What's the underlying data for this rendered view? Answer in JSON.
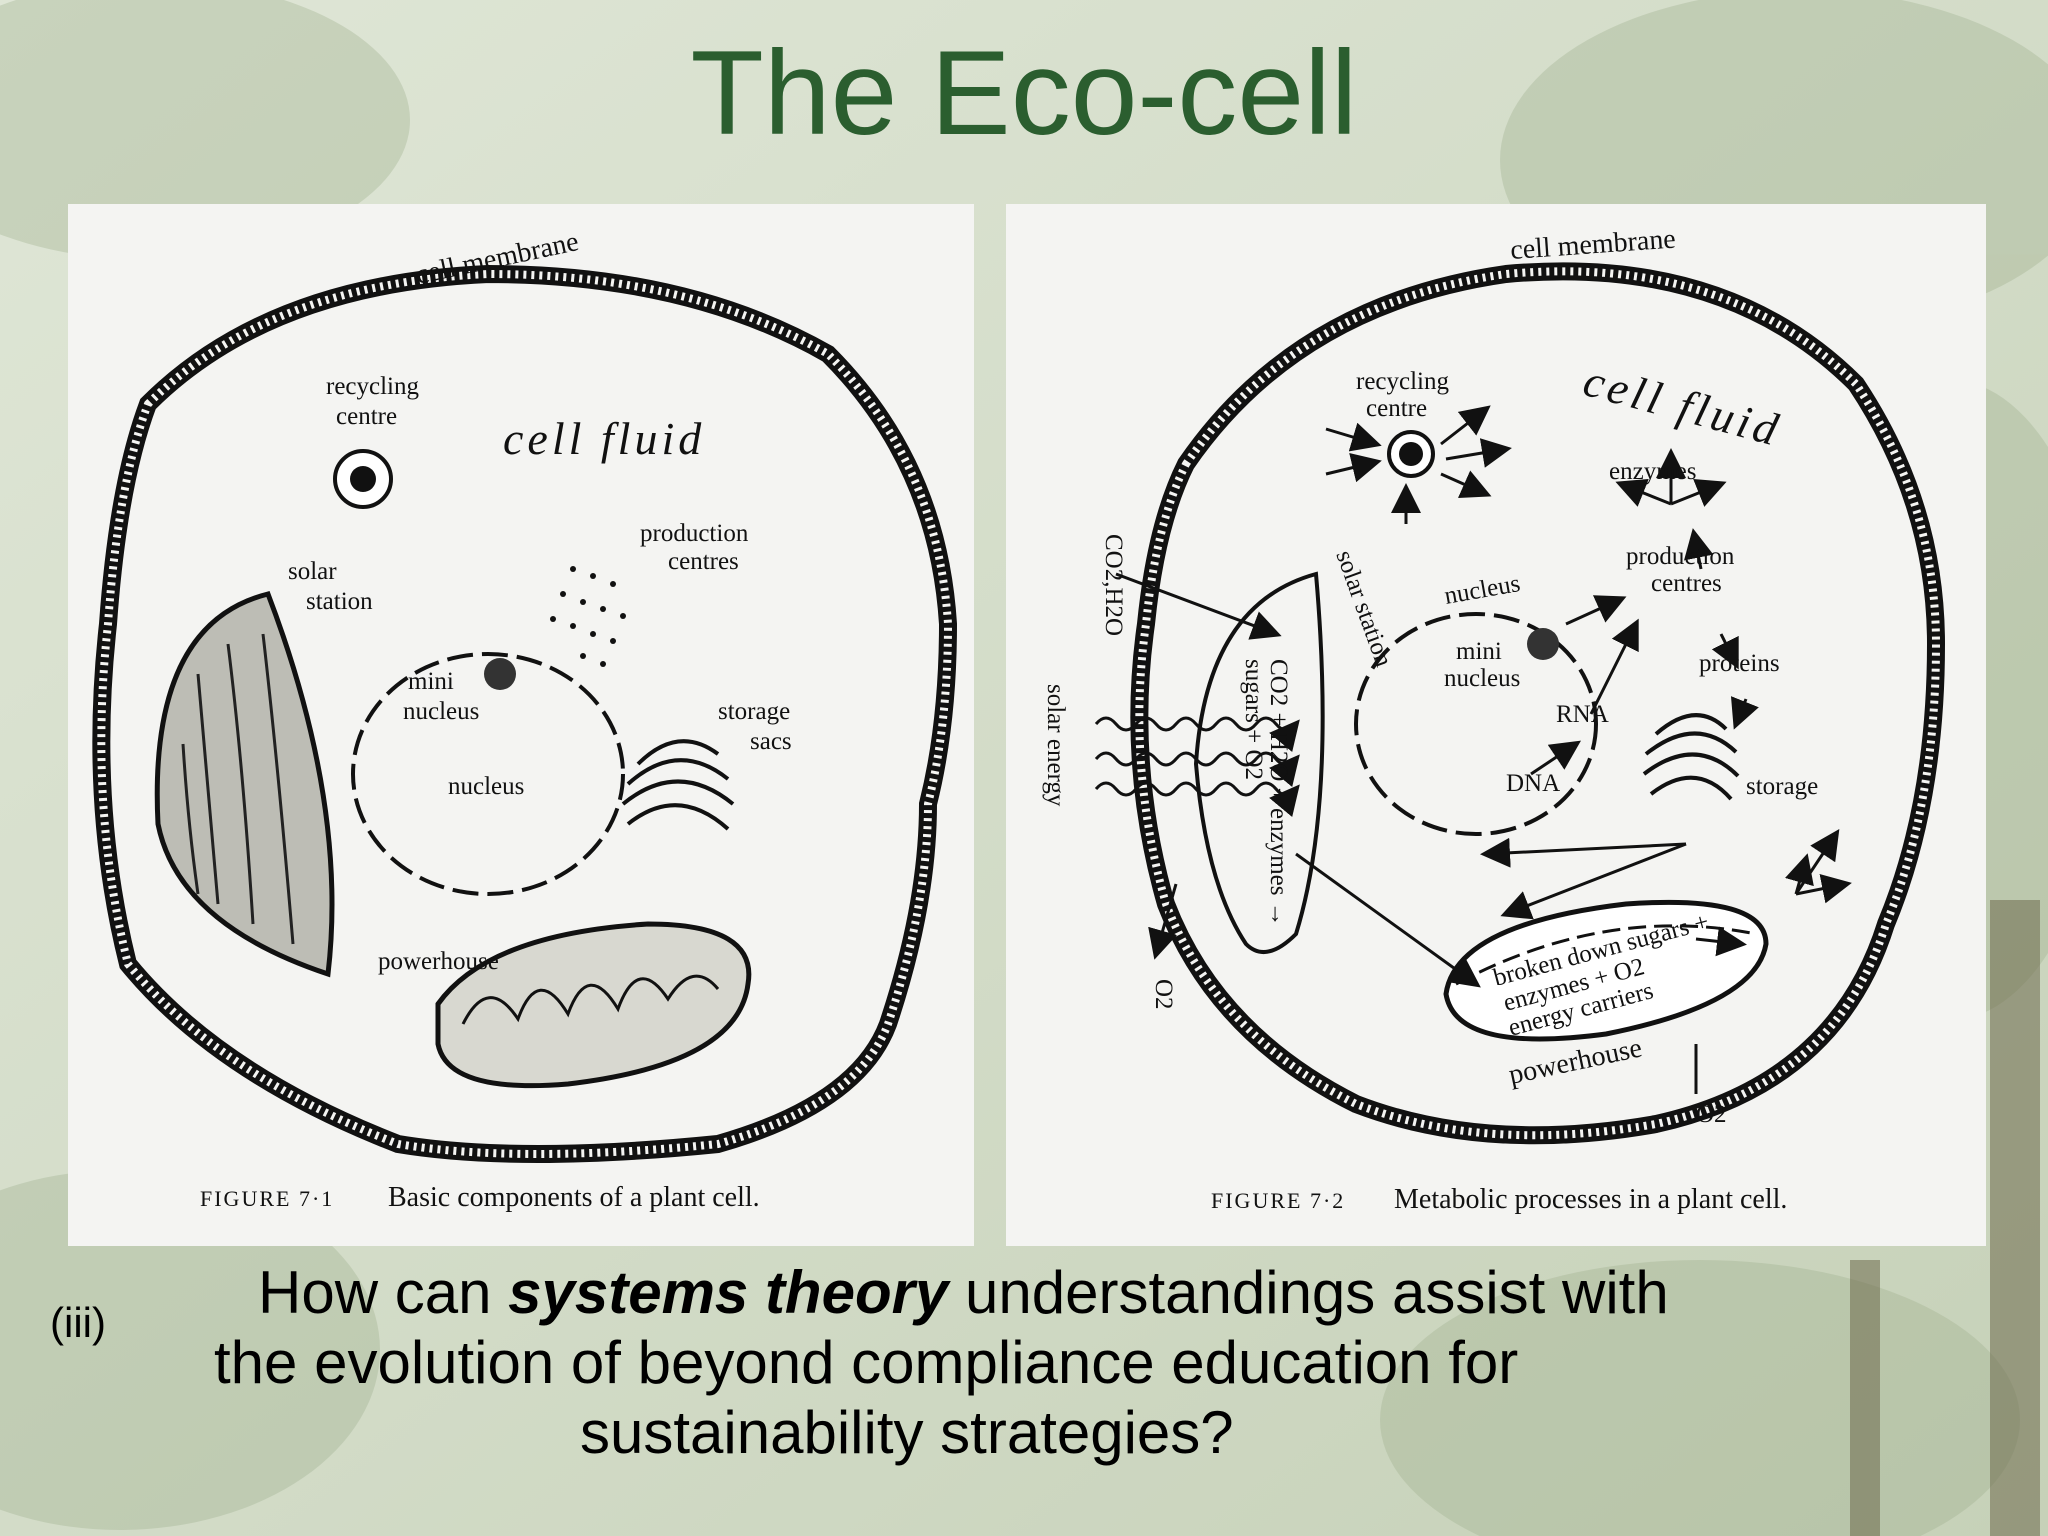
{
  "slide": {
    "title": "The Eco-cell",
    "title_color": "#2b5e2f",
    "background": "forest-photo"
  },
  "figure1": {
    "label_membrane": "cell membrane",
    "label_recycling_1": "recycling",
    "label_recycling_2": "centre",
    "label_fluid": "cell fluid",
    "label_production_1": "production",
    "label_production_2": "centres",
    "label_solar_1": "solar",
    "label_solar_2": "station",
    "label_mini_1": "mini",
    "label_mini_2": "nucleus",
    "label_nucleus": "nucleus",
    "label_storage_1": "storage",
    "label_storage_2": "sacs",
    "label_powerhouse": "powerhouse",
    "caption_fig": "FIGURE 7·1",
    "caption_text": "Basic components of a plant cell."
  },
  "figure2": {
    "label_membrane": "cell membrane",
    "label_recycling_1": "recycling",
    "label_recycling_2": "centre",
    "label_fluid": "cell fluid",
    "label_enzymes": "enzymes",
    "label_co2": "CO2,H2O",
    "label_solar_energy": "solar energy",
    "label_solar_station": "solar station",
    "label_solar_eq_1": "CO2 + H2O + enzymes →",
    "label_solar_eq_2": "sugars + O2",
    "label_nucleus": "nucleus",
    "label_mini_1": "mini",
    "label_mini_2": "nucleus",
    "label_rna": "RNA",
    "label_dna": "DNA",
    "label_production_1": "production",
    "label_production_2": "centres",
    "label_proteins": "proteins",
    "label_storage": "storage",
    "label_broken_1": "broken down sugars +",
    "label_broken_2": "enzymes + O2",
    "label_broken_3": "energy carriers",
    "label_powerhouse": "powerhouse",
    "label_o2_left": "O2",
    "label_o2_bottom": "O2",
    "caption_fig": "FIGURE 7·2",
    "caption_text": "Metabolic processes in a plant cell."
  },
  "question": {
    "number": "(iii)",
    "line1_pre": "How can ",
    "line1_em": "systems theory",
    "line1_post": " understandings assist with",
    "line2": "the evolution of beyond compliance education for",
    "line3": "sustainability strategies?"
  }
}
